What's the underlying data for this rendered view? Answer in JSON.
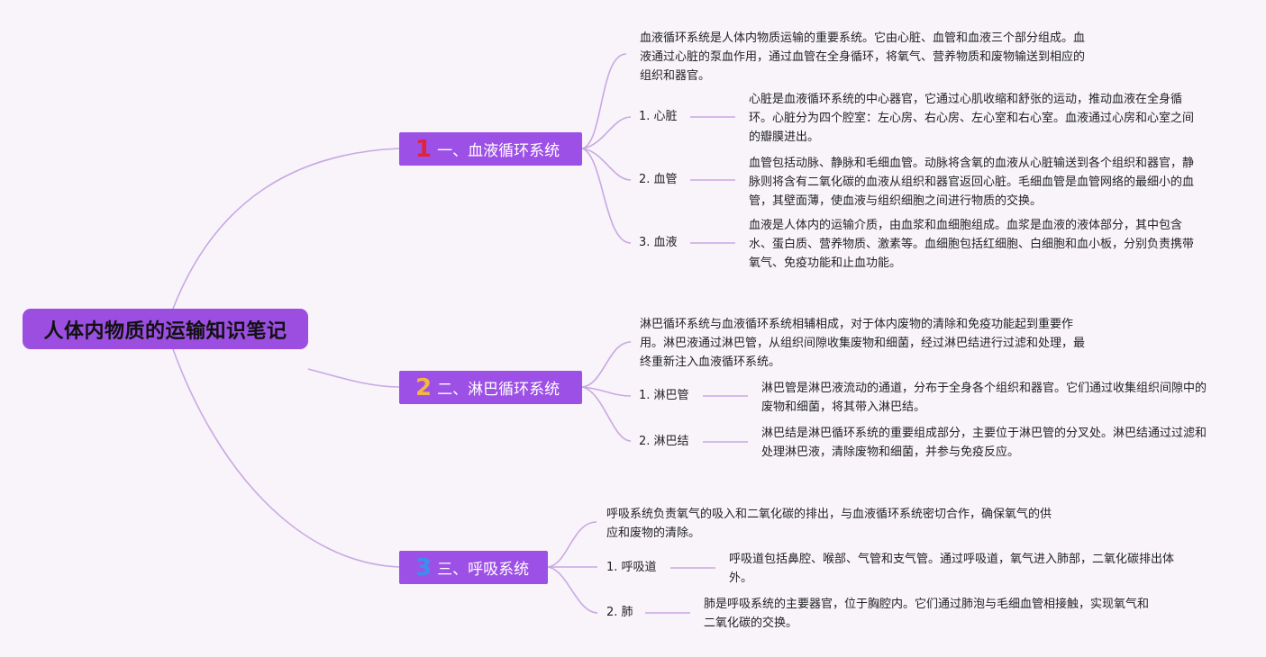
{
  "root": {
    "title": "人体内物质的运输知识笔记"
  },
  "branches": [
    {
      "badge": "1",
      "label": "一、血液循环系统",
      "intro": "血液循环系统是人体内物质运输的重要系统。它由心脏、血管和血液三个部分组成。血液通过心脏的泵血作用，通过血管在全身循环，将氧气、营养物质和废物输送到相应的组织和器官。",
      "subs": [
        {
          "label": "1. 心脏",
          "desc": "心脏是血液循环系统的中心器官，它通过心肌收缩和舒张的运动，推动血液在全身循环。心脏分为四个腔室：左心房、右心房、左心室和右心室。血液通过心房和心室之间的瓣膜进出。"
        },
        {
          "label": "2. 血管",
          "desc": "血管包括动脉、静脉和毛细血管。动脉将含氧的血液从心脏输送到各个组织和器官，静脉则将含有二氧化碳的血液从组织和器官返回心脏。毛细血管是血管网络的最细小的血管，其壁面薄，使血液与组织细胞之间进行物质的交换。"
        },
        {
          "label": "3. 血液",
          "desc": "血液是人体内的运输介质，由血浆和血细胞组成。血浆是血液的液体部分，其中包含水、蛋白质、营养物质、激素等。血细胞包括红细胞、白细胞和血小板，分别负责携带氧气、免疫功能和止血功能。"
        }
      ]
    },
    {
      "badge": "2",
      "label": "二、淋巴循环系统",
      "intro": "淋巴循环系统与血液循环系统相辅相成，对于体内废物的清除和免疫功能起到重要作用。淋巴液通过淋巴管，从组织间隙收集废物和细菌，经过淋巴结进行过滤和处理，最终重新注入血液循环系统。",
      "subs": [
        {
          "label": "1. 淋巴管",
          "desc": "淋巴管是淋巴液流动的通道，分布于全身各个组织和器官。它们通过收集组织间隙中的废物和细菌，将其带入淋巴结。"
        },
        {
          "label": "2. 淋巴结",
          "desc": "淋巴结是淋巴循环系统的重要组成部分，主要位于淋巴管的分叉处。淋巴结通过过滤和处理淋巴液，清除废物和细菌，并参与免疫反应。"
        }
      ]
    },
    {
      "badge": "3",
      "label": "三、呼吸系统",
      "intro": "呼吸系统负责氧气的吸入和二氧化碳的排出，与血液循环系统密切合作，确保氧气的供应和废物的清除。",
      "subs": [
        {
          "label": "1. 呼吸道",
          "desc": "呼吸道包括鼻腔、喉部、气管和支气管。通过呼吸道，氧气进入肺部，二氧化碳排出体外。"
        },
        {
          "label": "2. 肺",
          "desc": "肺是呼吸系统的主要器官，位于胸腔内。它们通过肺泡与毛细血管相接触，实现氧气和二氧化碳的交换。"
        }
      ]
    }
  ],
  "colors": {
    "accent": "#9d50e6",
    "line": "#c9a8e3",
    "background": "#f8f4fa"
  }
}
